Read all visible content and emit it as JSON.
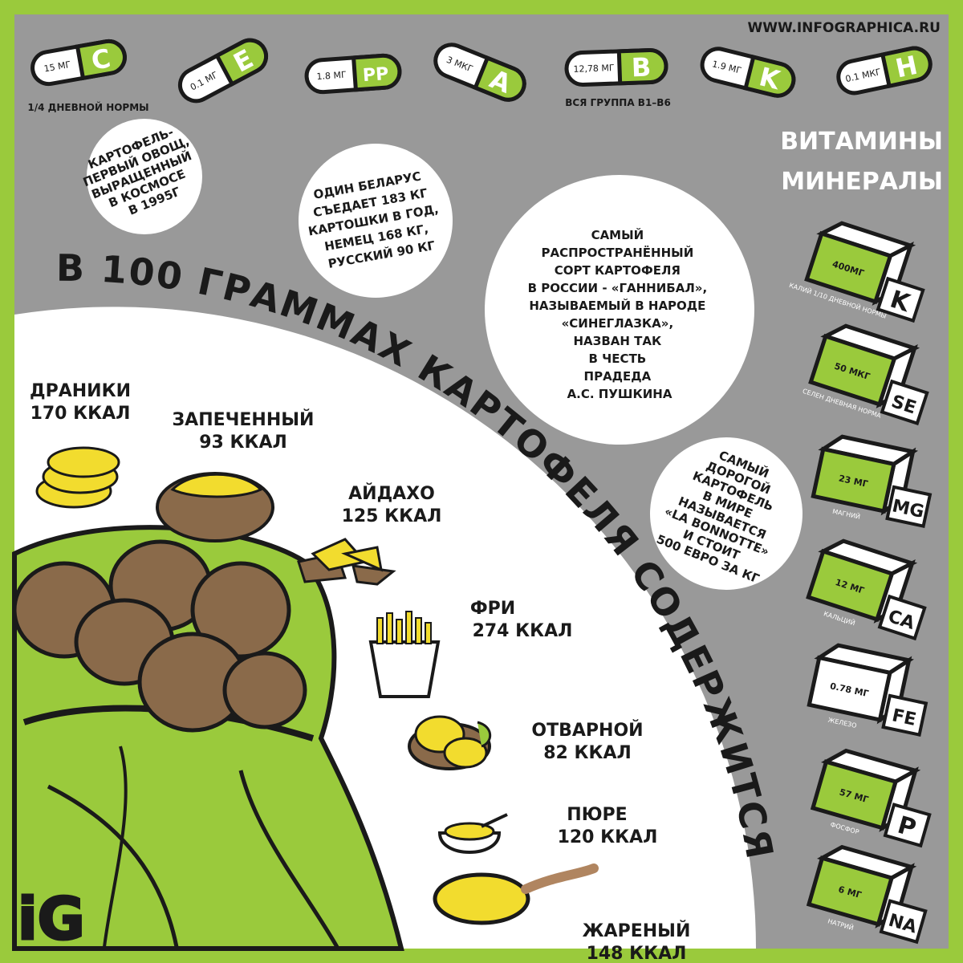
{
  "site": "WWW.INFOGRAPHICA.RU",
  "logo_text": "iG",
  "title": "В 100 ГРАММАХ КАРТОФЕЛЯ СОДЕРЖИТСЯ",
  "section": {
    "line1": "ВИТАМИНЫ",
    "line2": "МИНЕРАЛЫ"
  },
  "vitamins": [
    {
      "letter": "C",
      "dose": "15 МГ",
      "caption": "1/4 ДНЕВНОЙ НОРМЫ"
    },
    {
      "letter": "E",
      "dose": "0.1 МГ",
      "caption": ""
    },
    {
      "letter": "PP",
      "dose": "1.8 МГ",
      "caption": ""
    },
    {
      "letter": "A",
      "dose": "3 МКГ",
      "caption": ""
    },
    {
      "letter": "B",
      "dose": "12,78 МГ",
      "caption": "ВСЯ ГРУППА B1–B6"
    },
    {
      "letter": "K",
      "dose": "1.9 МГ",
      "caption": ""
    },
    {
      "letter": "H",
      "dose": "0.1 МКГ",
      "caption": ""
    }
  ],
  "facts": [
    {
      "lines": [
        "КАРТОФЕЛЬ-",
        "ПЕРВЫЙ ОВОЩ,",
        "ВЫРАЩЕННЫЙ",
        "В КОСМОСЕ",
        "В 1995Г"
      ]
    },
    {
      "lines": [
        "ОДИН БЕЛАРУС",
        "СЪЕДАЕТ 183 КГ",
        "КАРТОШКИ В ГОД,",
        "НЕМЕЦ  168 КГ,",
        "РУССКИЙ  90 КГ"
      ]
    },
    {
      "lines": [
        "САМЫЙ",
        "РАСПРОСТРАНЁННЫЙ",
        "СОРТ КАРТОФЕЛЯ",
        "В РОССИИ  - «ГАННИБАЛ»,",
        "НАЗЫВАЕМЫЙ В НАРОДЕ",
        "«СИНЕГЛАЗКА»,",
        "НАЗВАН ТАК",
        "В ЧЕСТЬ",
        "ПРАДЕДА",
        "А.С. ПУШКИНА"
      ]
    },
    {
      "lines": [
        "САМЫЙ",
        "ДОРОГОЙ",
        "КАРТОФЕЛЬ",
        "В МИРЕ",
        "НАЗЫВАЕТСЯ",
        "«LA BONNOTTE»",
        "И СТОИТ",
        "500 ЕВРО ЗА КГ"
      ]
    }
  ],
  "dishes": [
    {
      "name": "ДРАНИКИ",
      "kcal": "170 ККАЛ"
    },
    {
      "name": "ЗАПЕЧЕННЫЙ",
      "kcal": "93 ККАЛ"
    },
    {
      "name": "АЙДАХО",
      "kcal": "125 ККАЛ"
    },
    {
      "name": "ФРИ",
      "kcal": "274 ККАЛ"
    },
    {
      "name": "ОТВАРНОЙ",
      "kcal": "82 ККАЛ"
    },
    {
      "name": "ПЮРЕ",
      "kcal": "120 ККАЛ"
    },
    {
      "name": "ЖАРЕНЫЙ",
      "kcal": "148 ККАЛ"
    }
  ],
  "minerals": [
    {
      "symbol": "K",
      "dose": "400МГ",
      "caption": "КАЛИЙ 1/10 ДНЕВНОЙ НОРМЫ"
    },
    {
      "symbol": "SE",
      "dose": "50 МКГ",
      "caption": "СЕЛЕН ДНЕВНАЯ НОРМА"
    },
    {
      "symbol": "MG",
      "dose": "23 МГ",
      "caption": "МАГНИЙ"
    },
    {
      "symbol": "CA",
      "dose": "12 МГ",
      "caption": "КАЛЬЦИЙ"
    },
    {
      "symbol": "FE",
      "dose": "0.78 МГ",
      "caption": "ЖЕЛЕЗО"
    },
    {
      "symbol": "P",
      "dose": "57 МГ",
      "caption": "ФОСФОР"
    },
    {
      "symbol": "NA",
      "dose": "6 МГ",
      "caption": "НАТРИЙ"
    }
  ],
  "colors": {
    "green": "#9aca3c",
    "grey": "#999999",
    "dark": "#1a1a1a",
    "white": "#ffffff",
    "potato": "#8a6a4a",
    "yellow": "#f2dc2e"
  }
}
